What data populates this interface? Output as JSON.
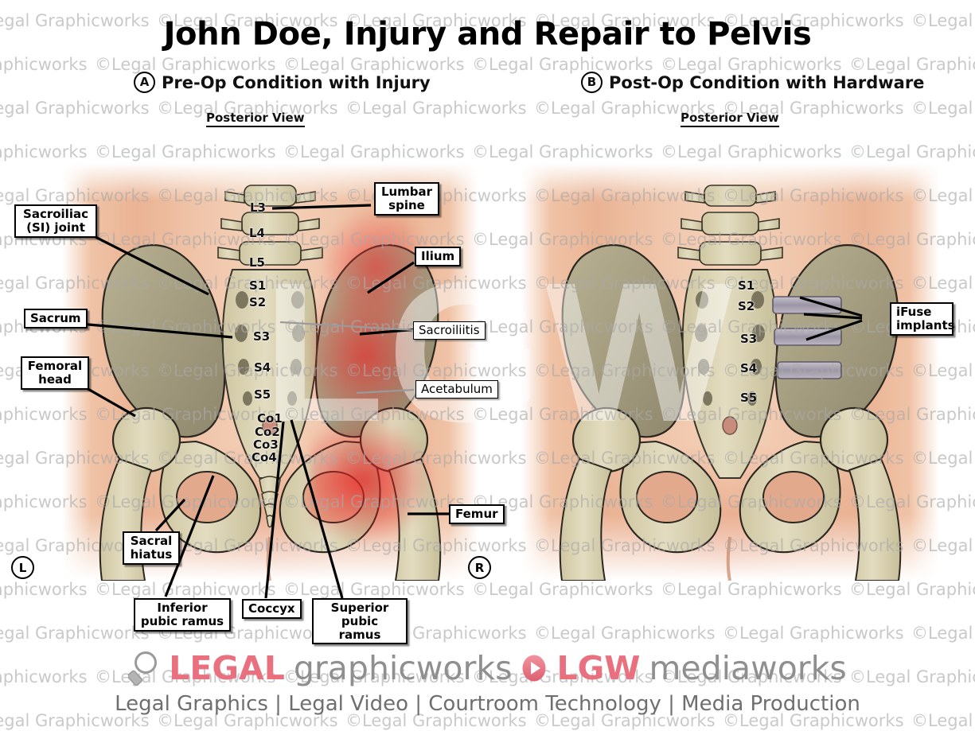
{
  "title": "John Doe, Injury and Repair to Pelvis",
  "panels": [
    {
      "badge": "A",
      "heading": "Pre-Op Condition with Injury",
      "view": "Posterior View"
    },
    {
      "badge": "B",
      "heading": "Post-Op Condition with Hardware",
      "view": "Posterior View"
    }
  ],
  "orientation": {
    "left": "L",
    "right": "R"
  },
  "labels_panel_a": [
    {
      "id": "sacroiliac",
      "text": "Sacroiliac\n(SI) joint"
    },
    {
      "id": "sacrum",
      "text": "Sacrum"
    },
    {
      "id": "femoral-head",
      "text": "Femoral\nhead"
    },
    {
      "id": "lumbar-spine",
      "text": "Lumbar\nspine"
    },
    {
      "id": "ilium",
      "text": "Ilium"
    },
    {
      "id": "sacroiliitis",
      "text": "Sacroiliitis"
    },
    {
      "id": "acetabulum",
      "text": "Acetabulum"
    },
    {
      "id": "femur",
      "text": "Femur"
    },
    {
      "id": "sacral-hiatus",
      "text": "Sacral\nhiatus"
    },
    {
      "id": "inferior-pubic-ramus",
      "text": "Inferior\npubic ramus"
    },
    {
      "id": "coccyx",
      "text": "Coccyx"
    },
    {
      "id": "superior-pubic-ramus",
      "text": "Superior\npubic ramus"
    }
  ],
  "labels_panel_b": [
    {
      "id": "ifuse-implants",
      "text": "iFuse\nimplants"
    }
  ],
  "vertebrae_panel_a": [
    "L3",
    "L4",
    "L5",
    "S1",
    "S2",
    "S3",
    "S4",
    "S5",
    "Co1",
    "Co2",
    "Co3",
    "Co4"
  ],
  "vertebrae_panel_b": [
    "S1",
    "S2",
    "S3",
    "S4",
    "S5"
  ],
  "watermark": {
    "text": "©Legal Graphicworks",
    "logo": "LGW"
  },
  "footer": {
    "legal": "LEGAL",
    "graphicworks": "graphicworks",
    "lgw": "LGW",
    "mediaworks": "mediaworks",
    "tagline": "Legal Graphics | Legal Video | Courtroom Technology | Media Production",
    "icons": {
      "magnifier": "magnifier-icon",
      "play": "play-circle-icon"
    }
  },
  "colors": {
    "brand_red": "#e9707e",
    "brand_gray": "#8f8f8f",
    "skin": "#eab394",
    "bone": "#d9d2b0",
    "inflammation": "#e82828",
    "implant": "#a9a3b0"
  }
}
